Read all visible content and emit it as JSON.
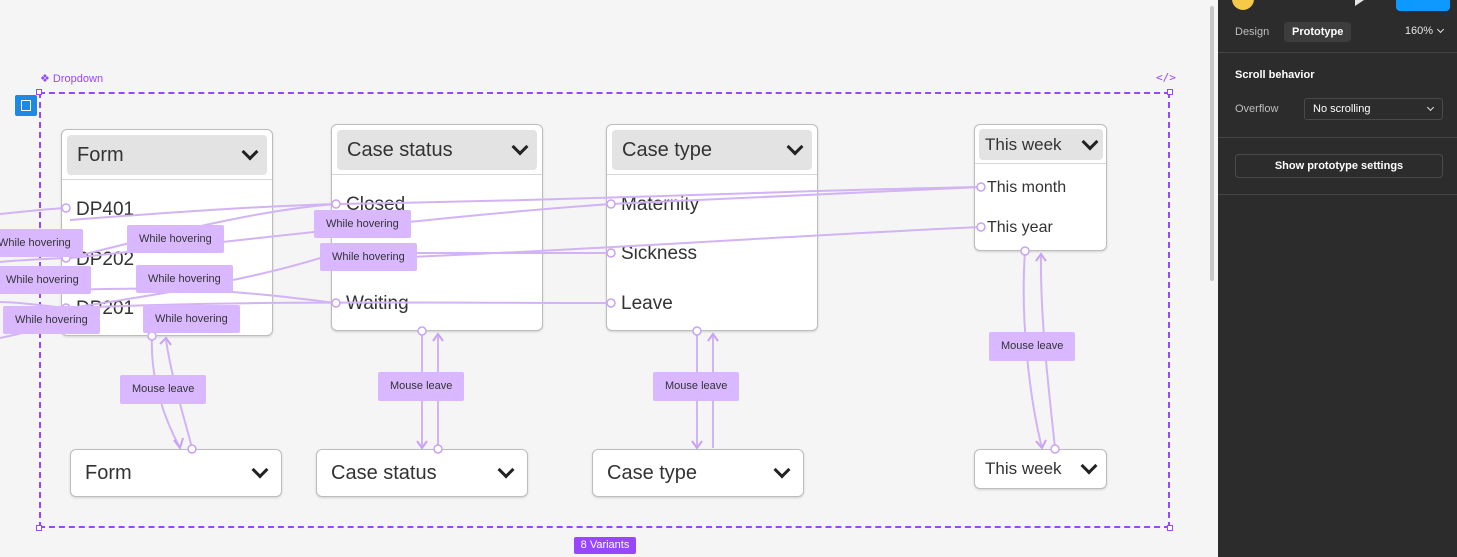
{
  "canvas": {
    "frame_label": "❖ Dropdown",
    "code_symbol": "</>",
    "variants_badge": "8 Variants",
    "accent_color": "#9747ff",
    "wire_color": "#d2b3f5"
  },
  "dropdowns": {
    "form": {
      "header": "Form",
      "options": [
        "DP401",
        "DP202",
        "DP201"
      ]
    },
    "case_status": {
      "header": "Case status",
      "options": [
        "Closed",
        "",
        "Waiting"
      ]
    },
    "case_type": {
      "header": "Case type",
      "options": [
        "Maternity",
        "Sickness",
        "Leave"
      ]
    },
    "this_week": {
      "header": "This week",
      "options": [
        "This month",
        "This year"
      ]
    }
  },
  "closed_dropdowns": {
    "form": "Form",
    "case_status": "Case status",
    "case_type": "Case type",
    "this_week": "This week"
  },
  "interactions": {
    "while_hovering": "While hovering",
    "mouse_leave": "Mouse leave"
  },
  "panel": {
    "tabs": [
      "Design",
      "Prototype"
    ],
    "active_tab": "Prototype",
    "zoom": "160%",
    "scroll_behavior_title": "Scroll behavior",
    "overflow_label": "Overflow",
    "overflow_value": "No scrolling",
    "show_settings_button": "Show prototype settings",
    "share_color": "#0d99ff"
  }
}
